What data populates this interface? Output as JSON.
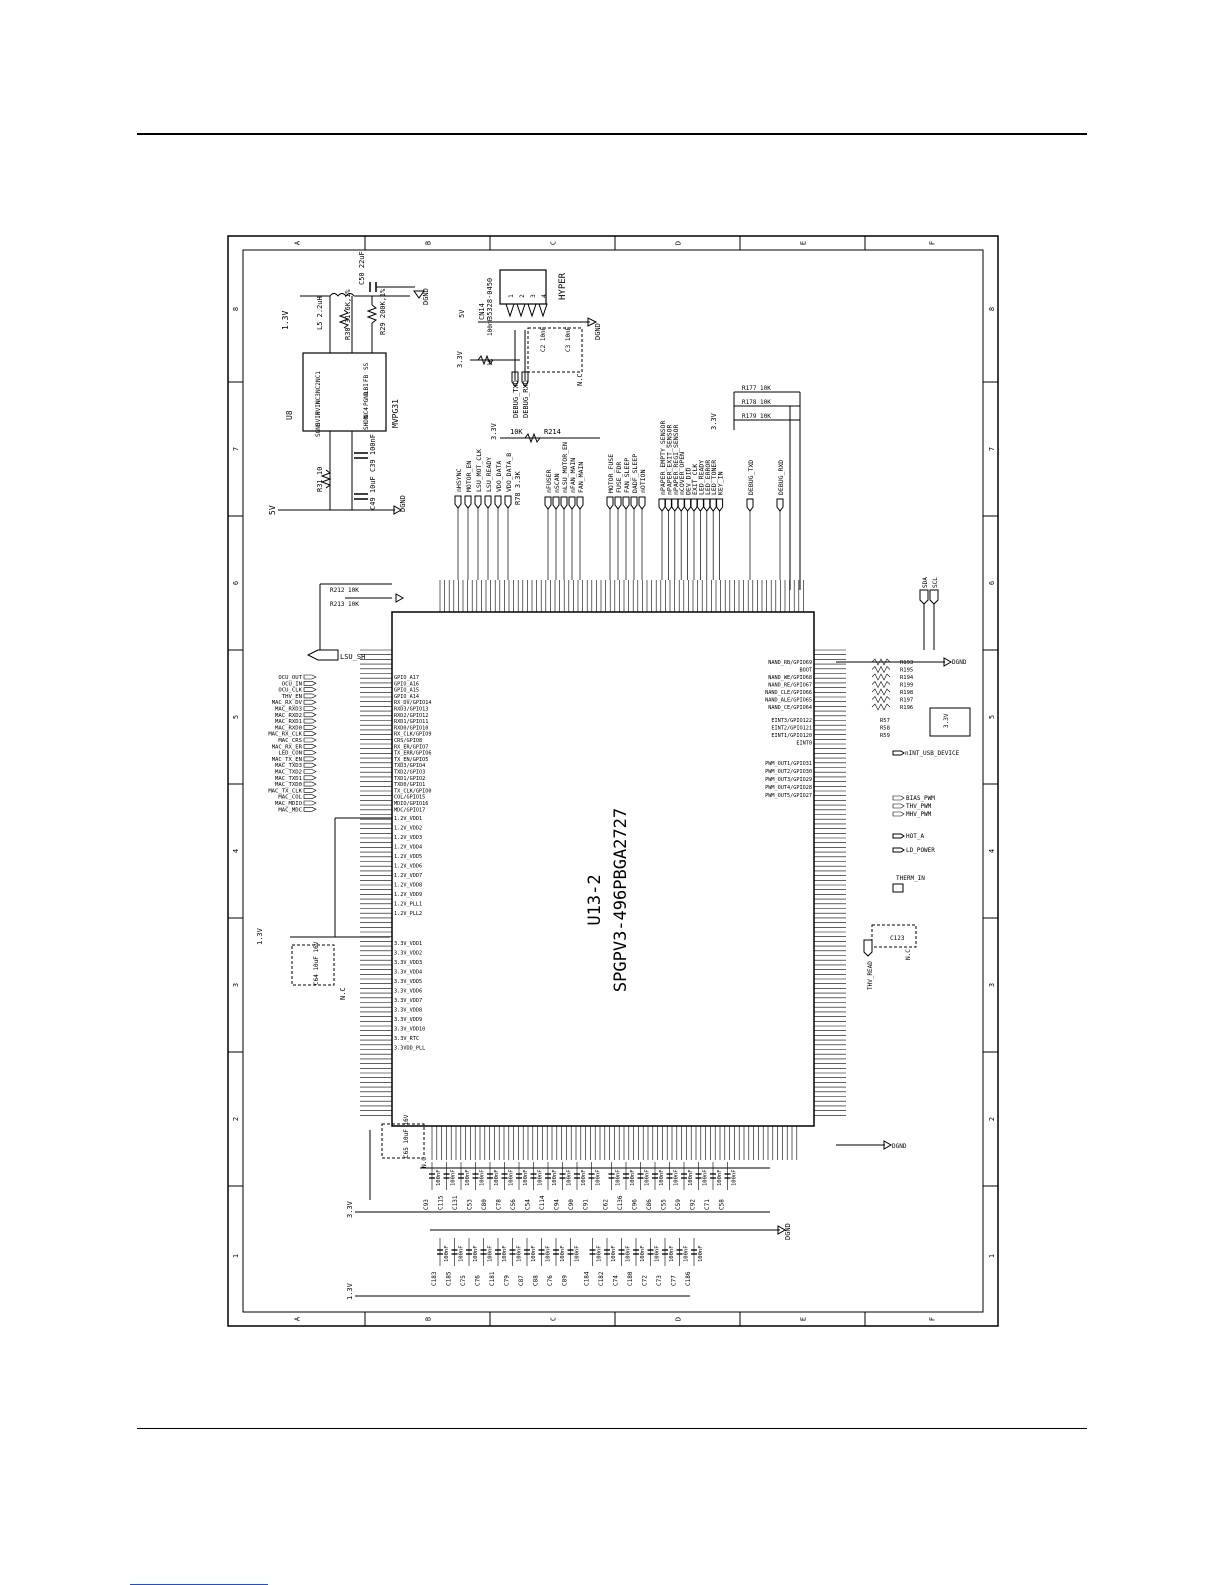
{
  "frame": {
    "columns": [
      "A",
      "B",
      "C",
      "D",
      "E",
      "F"
    ],
    "rows": [
      "8",
      "7",
      "6",
      "5",
      "4",
      "3",
      "2",
      "1"
    ]
  },
  "chip": {
    "ref": "U13-2",
    "part": "SPGPV3-496PBGA2727"
  },
  "regulator": {
    "ref": "U8",
    "part": "MVPG31",
    "pins_left": [
      "NC1",
      "NC2",
      "NC3",
      "PVIN",
      "SVIN",
      "SGND"
    ],
    "pins_right": [
      "SS",
      "FB",
      "LBI",
      "PGND",
      "NC4",
      "SHDN"
    ],
    "inductor": "L5 2.2uH",
    "r_fb1": "R30 31.6K,1%",
    "r_fb2": "R29 200K,1%",
    "c_out": "C50 22uF",
    "c_in": "C39 100nF",
    "r_in": "R31 10",
    "c_bulk": "C49 10uF",
    "rail_in": "5V",
    "rail_out": "1.3V",
    "gnd": "DGND"
  },
  "connector": {
    "ref": "CN14",
    "part": "35328-0450",
    "name": "HYPER",
    "pins": [
      "1",
      "2",
      "3",
      "4"
    ],
    "r_pull": "1K",
    "c_filter": "100nF",
    "c1": "C2 10nF",
    "c2": "C3 10nF",
    "nc_label": "N.C",
    "txd": "DEBUG_TXD",
    "rxd": "DEBUG_RXD"
  },
  "top_signals": {
    "left_group": [
      "nHSYNC",
      "MOTOR_EN",
      "LSU_MOT_CLK",
      "LSU_READY",
      "VDO_DATA",
      "VDO_DATA_B"
    ],
    "mid_group": [
      "nFUSER",
      "nSCAN",
      "nLSU_MOTOR_EN",
      "nFAN_MAIN",
      "FAN_MAIN"
    ],
    "mid_group2": [
      "MOTOR_FUSE",
      "FUSE_FDR",
      "FAN_SLEEP",
      "DADF_SLEEP",
      "nOTION"
    ],
    "right_group": [
      "nPAPER_EMPTY_SENSOR",
      "nPAPER_EXIT_SENSOR",
      "nPAPER_REGI_SENSOR",
      "nCOVER_OPEN",
      "DEV_DID",
      "EXIT_CLK",
      "LED_READY",
      "LED_ERROR",
      "LED_TONER",
      "KEY_IN"
    ],
    "debug_txd": "DEBUG_TXD",
    "debug_rxd": "DEBUG_RXD",
    "r78": "R78 3.3K",
    "r_top": "10K",
    "r_top_ref": "R214",
    "rail": "3.3V"
  },
  "left_signals": {
    "lsu": "LSU_SH",
    "r212": "R212 10K",
    "r213": "R213 10K",
    "nets": [
      "OCU_OUT",
      "OCU_IN",
      "OCU_CLK",
      "THV_EN",
      "MAC_RX_DV",
      "MAC_RXD3",
      "MAC_RXD2",
      "MAC_RXD1",
      "MAC_RXD0",
      "MAC_RX_CLK",
      "MAC_CRS",
      "MAC_RX_ER",
      "LED_CON",
      "MAC_TX_EN",
      "MAC_TXD3",
      "MAC_TXD2",
      "MAC_TXD1",
      "MAC_TXD0",
      "MAC_TX_CLK",
      "MAC_COL",
      "MAC_MDIO",
      "MAC_MDC"
    ],
    "pins": [
      "GPIO_A17",
      "GPIO_A16",
      "GPIO_A15",
      "GPIO_A14",
      "RX_DV/GPIO14",
      "RXD3/GPIO13",
      "RXD2/GPIO12",
      "RXD1/GPIO11",
      "RXD0/GPIO10",
      "RX_CLK/GPIO9",
      "CRS/GPIO8",
      "RX_ER/GPIO7",
      "TX_ERR/GPIO6",
      "TX_EN/GPIO5",
      "TXD3/GPIO4",
      "TXD2/GPIO3",
      "TXD1/GPIO2",
      "TXD0/GPIO1",
      "TX_CLK/GPIO0",
      "COL/GPIO15",
      "MDIO/GPIO16",
      "MDC/GPIO17"
    ]
  },
  "power_left": {
    "rail": "1.3V",
    "pins_top": [
      "1.2V_VDD1",
      "1.2V_VDD2",
      "1.2V_VDD3",
      "1.2V_VDD4",
      "1.2V_VDD5",
      "1.2V_VDD6",
      "1.2V_VDD7",
      "1.2V_VDD8",
      "1.2V_VDD9",
      "1.2V_PLL1",
      "1.2V_PLL2"
    ],
    "pins_bottom": [
      "3.3V_VDD1",
      "3.3V_VDD2",
      "3.3V_VDD3",
      "3.3V_VDD4",
      "3.3V_VDD5",
      "3.3V_VDD6",
      "3.3V_VDD7",
      "3.3V_VDD8",
      "3.3V_VDD9",
      "3.3V_VDD10",
      "3.3V_RTC",
      "3.3VDD_PLL"
    ],
    "c_bulk": "C64 10uF 16V",
    "c_bulk2": "C65 10uF 16V",
    "nc": "N.C"
  },
  "right_signals": {
    "rail": "3.3V",
    "gnd": "DGND",
    "pins": [
      "NAND_RB/GPIO69",
      "BOOT",
      "NAND_WE/GPIO68",
      "NAND_RE/GPIO67",
      "NAND_CLE/GPIO66",
      "NAND_ALE/GPIO65",
      "NAND_CE/GPIO64"
    ],
    "res": [
      "R193",
      "R195",
      "R194",
      "R199",
      "R198",
      "R197",
      "R196"
    ],
    "res2": [
      "R57",
      "R58",
      "R59"
    ],
    "pins2": [
      "EINT3/GPIO122",
      "EINT2/GPIO121",
      "EINT1/GPIO120",
      "EINT0"
    ],
    "usb": "nINT_USB_DEVICE",
    "pwm": [
      "PWM_OUT1/GPIO31",
      "PWM_OUT2/GPIO30",
      "PWM_OUT3/GPIO29",
      "PWM_OUT4/GPIO28",
      "PWM_OUT5/GPIO27"
    ],
    "pwm_nets": [
      "BIAS_PWM",
      "THV_PWM",
      "MHV_PWM"
    ],
    "hot": "HOT_A",
    "ld": "LD_POWER",
    "therm": "THERM_IN",
    "thv_read": "THV_READ",
    "c_read": "C123",
    "nc": "N.C",
    "sda": "SDA",
    "scl": "SCL",
    "debug": [
      "DEBUG_TXD",
      "DEBUG_RXD"
    ],
    "r_dbg": [
      "R177 10K",
      "R178 10K",
      "R179 10K"
    ]
  },
  "caps_row1": {
    "rail": "3.3V",
    "refs": [
      "C93",
      "C115",
      "C131",
      "C53",
      "C80",
      "C78",
      "C56",
      "C54",
      "C114",
      "C94",
      "C90",
      "C91",
      "C62",
      "C136",
      "C96",
      "C86",
      "C55",
      "C59",
      "C92",
      "C71",
      "C58"
    ],
    "value": "100nF",
    "gnd": "DGND"
  },
  "caps_row2": {
    "rail": "1.3V",
    "refs": [
      "C183",
      "C185",
      "C75",
      "C76",
      "C181",
      "C79",
      "C87",
      "C88",
      "C76",
      "C89",
      "C184",
      "C182",
      "C74",
      "C180",
      "C72",
      "C73",
      "C77",
      "C186"
    ],
    "value": "100nF",
    "gnd": "DGND"
  }
}
